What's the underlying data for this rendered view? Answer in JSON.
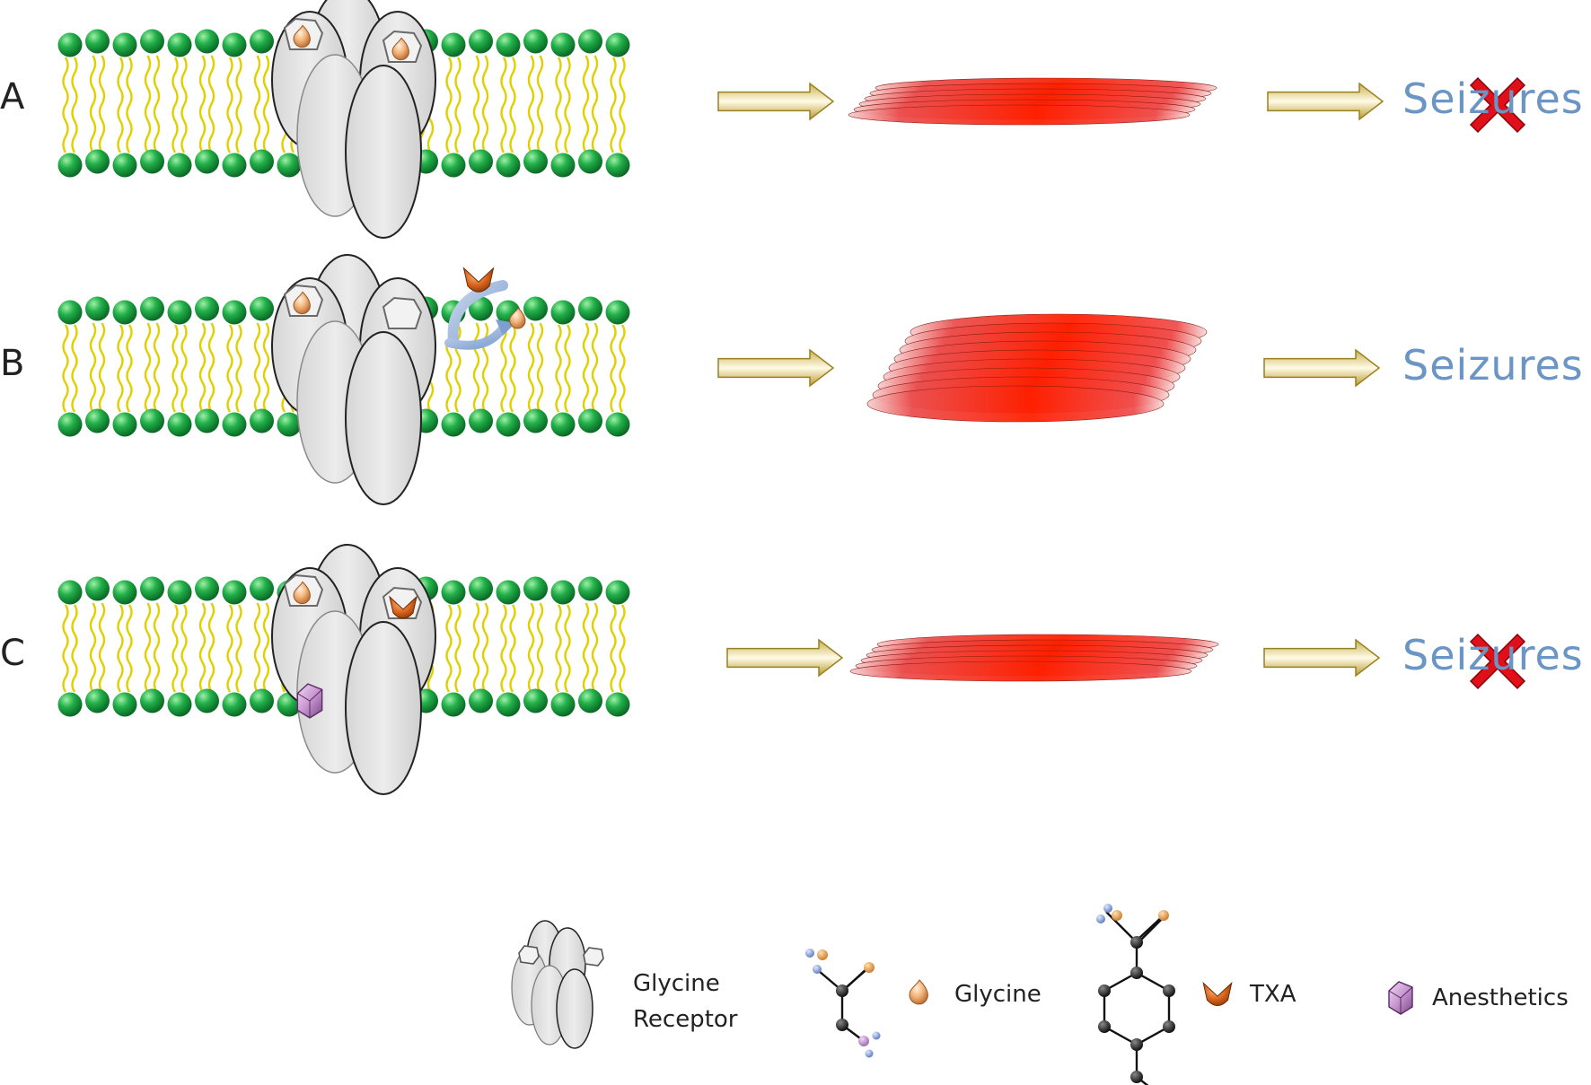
{
  "panels": [
    {
      "letter": "A",
      "seizure_text": "Seizures",
      "crossed": true,
      "site2_ligand": "glycine",
      "displacement": false,
      "anesthetic": false,
      "muscle_layers": 6
    },
    {
      "letter": "B",
      "seizure_text": "Seizures",
      "crossed": false,
      "site2_ligand": "txa-displacing",
      "displacement": true,
      "anesthetic": false,
      "muscle_layers": 9
    },
    {
      "letter": "C",
      "seizure_text": "Seizures",
      "crossed": true,
      "site2_ligand": "txa",
      "displacement": false,
      "anesthetic": true,
      "muscle_layers": 6
    }
  ],
  "legend": {
    "receptor_line1": "Glycine",
    "receptor_line2": "Receptor",
    "glycine": "Glycine",
    "txa": "TXA",
    "anesthetics": "Anesthetics"
  },
  "colors": {
    "lipid_head": "#1aa040",
    "lipid_tail": "#e0d000",
    "receptor": "#e4e4e4",
    "glycine": "#f0b070",
    "txa": "#d86a1c",
    "anesthetic": "#c89ad0",
    "arrow": "#d8c870",
    "muscle": "#e83020",
    "seizure_text": "#6a95c4",
    "cross": "#e0101a"
  }
}
